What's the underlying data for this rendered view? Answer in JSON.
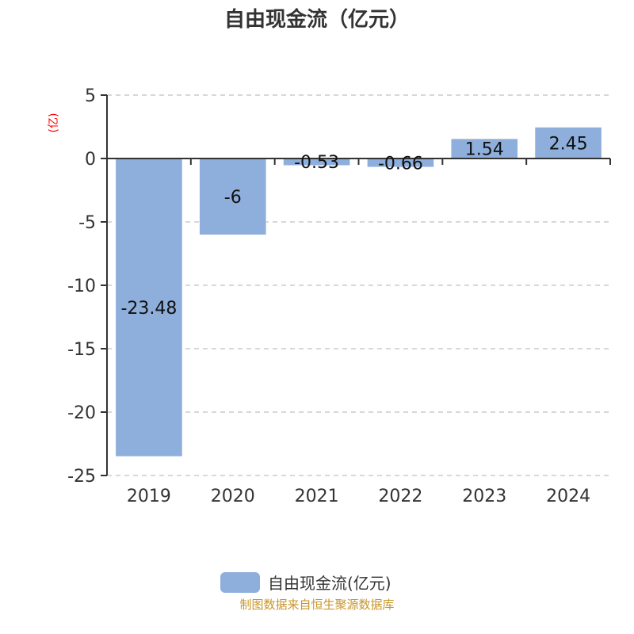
{
  "chart_data": {
    "type": "bar",
    "title": "自由现金流（亿元）",
    "ylabel": "(亿)",
    "xlabel": "",
    "categories": [
      "2019",
      "2020",
      "2021",
      "2022",
      "2023",
      "2024"
    ],
    "series": [
      {
        "name": "自由现金流(亿元)",
        "values": [
          -23.48,
          -6,
          -0.53,
          -0.66,
          1.54,
          2.45
        ]
      }
    ],
    "data_labels": [
      "-23.48",
      "-6",
      "-0.53",
      "-0.66",
      "1.54",
      "2.45"
    ],
    "ylim": [
      -25,
      5
    ],
    "yticks": [
      5,
      0,
      -5,
      -10,
      -15,
      -20,
      -25
    ],
    "grid": true,
    "legend_position": "bottom",
    "colors": {
      "bar": "#8eaedb",
      "axis_label": "#ff0000",
      "source": "#c8962a"
    }
  },
  "footer": {
    "source": "制图数据来自恒生聚源数据库"
  }
}
